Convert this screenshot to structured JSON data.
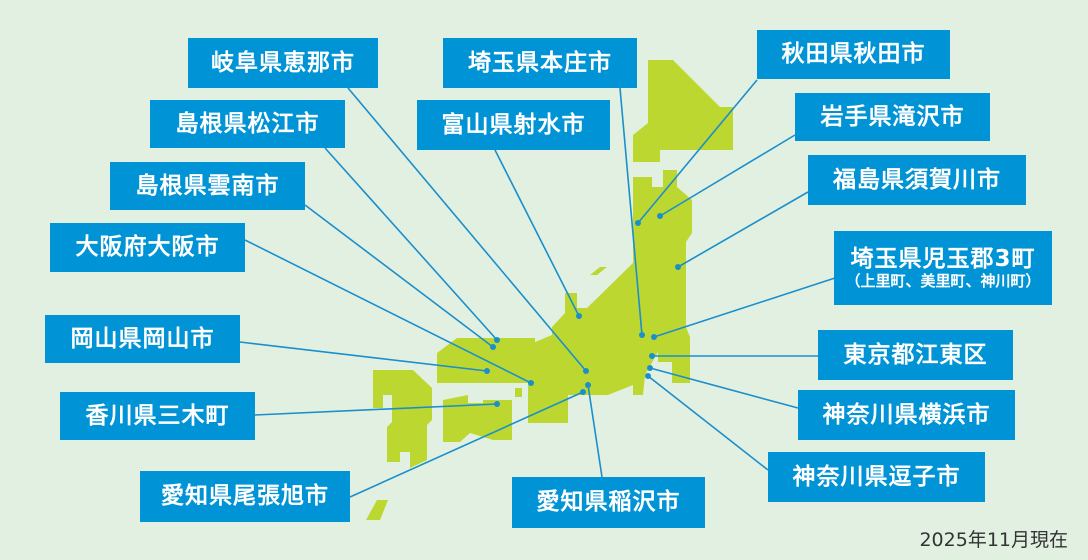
{
  "colors": {
    "background": "#e2f0e2",
    "land": "#bdd731",
    "label_bg": "#0093d5",
    "leader_line": "#1a8fcc"
  },
  "labels": {
    "ena": "岐阜県恵那市",
    "matsue": "島根県松江市",
    "unnan": "島根県雲南市",
    "osaka": "大阪府大阪市",
    "okayama": "岡山県岡山市",
    "miki": "香川県三木町",
    "owariasahi": "愛知県尾張旭市",
    "inazawa": "愛知県稲沢市",
    "honjo": "埼玉県本庄市",
    "imizu": "富山県射水市",
    "akita": "秋田県秋田市",
    "takizawa": "岩手県滝沢市",
    "sukagawa": "福島県須賀川市",
    "kodama": "埼玉県児玉郡3町",
    "kodama_sub": "（上里町、美里町、神川町）",
    "koto": "東京都江東区",
    "yokohama": "神奈川県横浜市",
    "zushi": "神奈川県逗子市"
  },
  "footer": "2025年11月現在"
}
